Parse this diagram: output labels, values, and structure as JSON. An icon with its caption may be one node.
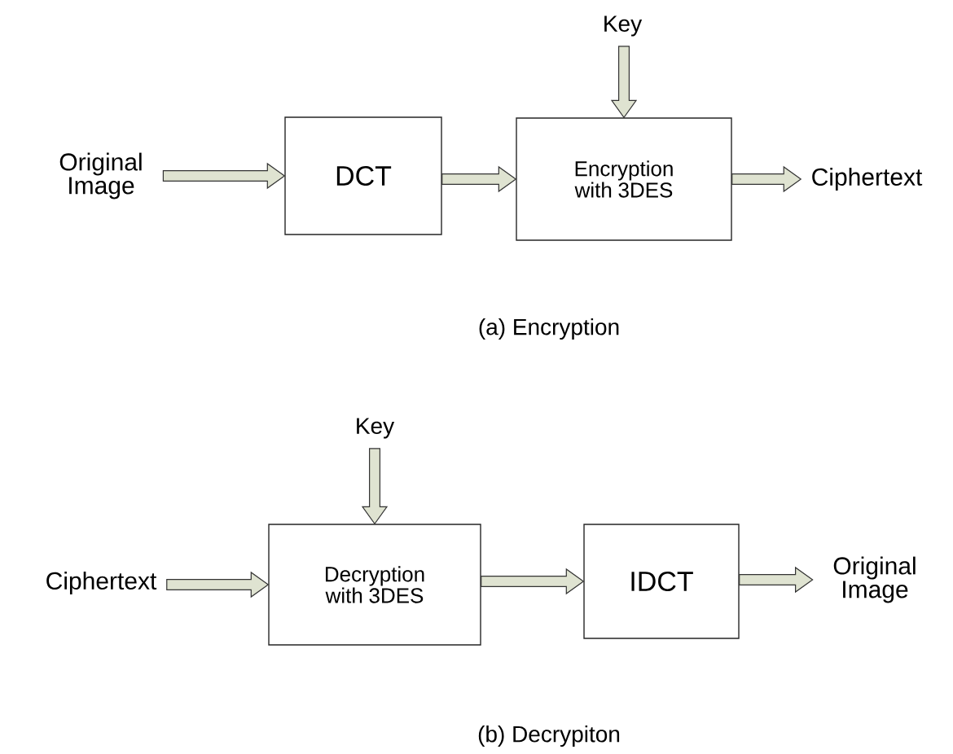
{
  "diagram": {
    "nodes": [
      {
        "text": [
          "Key"
        ]
      },
      {
        "text": [
          "Original Image"
        ]
      },
      {
        "text": [
          "DCT"
        ]
      },
      {
        "text": [
          "Encryption with 3DES"
        ]
      },
      {
        "text": [
          "Ciphertext"
        ]
      },
      {
        "text": [
          "Key"
        ]
      },
      {
        "text": [
          "Ciphertext"
        ]
      },
      {
        "text": [
          "Decryption with 3DES"
        ]
      },
      {
        "text": [
          "IDCT"
        ]
      },
      {
        "text": [
          "Original Image"
        ]
      }
    ],
    "edges": [
      {
        "from": 1,
        "to": 2,
        "arrow": "to"
      },
      {
        "from": 2,
        "to": 3,
        "arrow": "to"
      },
      {
        "from": 0,
        "to": 3,
        "arrow": "to"
      },
      {
        "from": 3,
        "to": 4,
        "arrow": "to"
      },
      {
        "from": 5,
        "to": 7,
        "arrow": "to"
      },
      {
        "from": 6,
        "to": 7,
        "arrow": "to"
      },
      {
        "from": 7,
        "to": 8,
        "arrow": "to"
      },
      {
        "from": 8,
        "to": 9,
        "arrow": "to"
      }
    ],
    "labels": [
      "(a) Encryption",
      "(b) Decrypiton"
    ]
  }
}
